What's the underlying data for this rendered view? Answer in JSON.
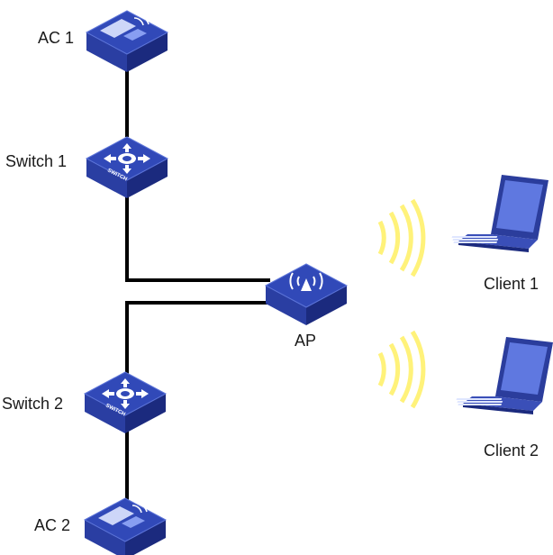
{
  "nodes": {
    "ac1": {
      "label": "AC 1",
      "icon": "access-controller-icon"
    },
    "switch1": {
      "label": "Switch 1",
      "icon": "switch-icon",
      "badge": "SWITCH"
    },
    "ap": {
      "label": "AP",
      "icon": "access-point-icon"
    },
    "switch2": {
      "label": "Switch 2",
      "icon": "switch-icon",
      "badge": "SWITCH"
    },
    "ac2": {
      "label": "AC 2",
      "icon": "access-controller-icon"
    },
    "client1": {
      "label": "Client 1",
      "icon": "laptop-icon"
    },
    "client2": {
      "label": "Client 2",
      "icon": "laptop-icon"
    }
  },
  "links": [
    {
      "from": "AC 1",
      "to": "Switch 1"
    },
    {
      "from": "Switch 1",
      "to": "AP"
    },
    {
      "from": "Switch 2",
      "to": "AP"
    },
    {
      "from": "Switch 2",
      "to": "AC 2"
    }
  ],
  "wireless": [
    {
      "from": "AP",
      "to": "Client 1",
      "icon": "wifi-signal-icon"
    },
    {
      "from": "AP",
      "to": "Client 2",
      "icon": "wifi-signal-icon"
    }
  ],
  "colors": {
    "device_top": "#2f46b4",
    "device_side": "#1e2f86",
    "device_front": "#18267a",
    "device_icon": "#ffffff",
    "link": "#000000",
    "wifi": "#fff27a",
    "laptop_body": "#3a4fb8"
  }
}
